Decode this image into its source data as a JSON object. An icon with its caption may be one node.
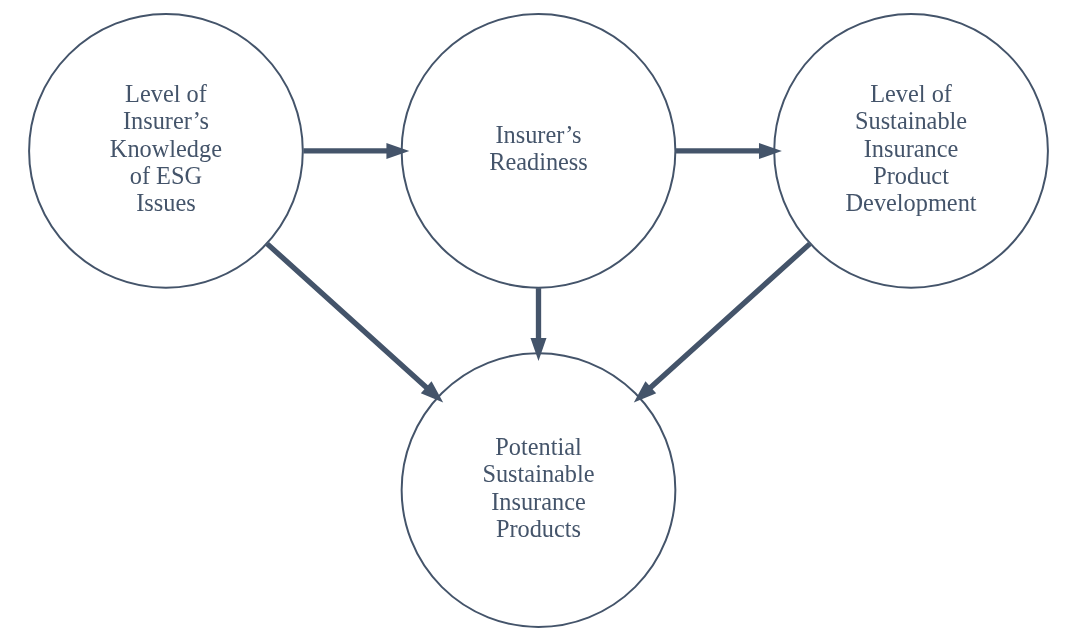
{
  "diagram": {
    "nodes": [
      {
        "text": [
          "Level of Insurer’s Knowledge of ESG Issues"
        ]
      },
      {
        "text": [
          "Insurer’s Readiness"
        ]
      },
      {
        "text": [
          "Level of Sustainable Insurance Product Development"
        ]
      },
      {
        "text": [
          "Potential Sustainable Insurance Products"
        ]
      }
    ],
    "edges": [
      {
        "from": 0,
        "to": 1,
        "arrow": "to"
      },
      {
        "from": 1,
        "to": 2,
        "arrow": "to"
      },
      {
        "from": 0,
        "to": 3,
        "arrow": "to"
      },
      {
        "from": 1,
        "to": 3,
        "arrow": "to"
      },
      {
        "from": 2,
        "to": 3,
        "arrow": "to"
      }
    ]
  }
}
